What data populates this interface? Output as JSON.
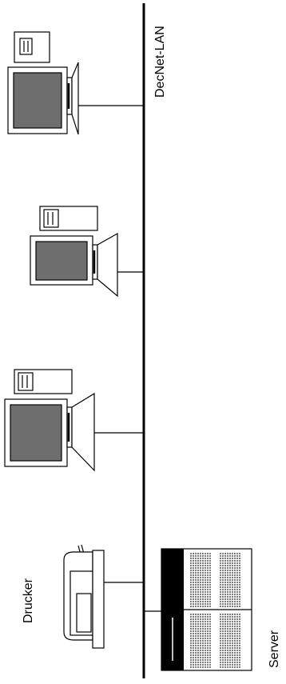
{
  "network": {
    "label": "DecNet-LAN",
    "nodes": [
      {
        "type": "workstation"
      },
      {
        "type": "workstation"
      },
      {
        "type": "workstation"
      },
      {
        "type": "printer",
        "label": "Drucker"
      },
      {
        "type": "server",
        "label": "Server"
      }
    ]
  },
  "colors": {
    "line": "#000000",
    "screen": "#6e6e6e",
    "background": "#ffffff"
  }
}
